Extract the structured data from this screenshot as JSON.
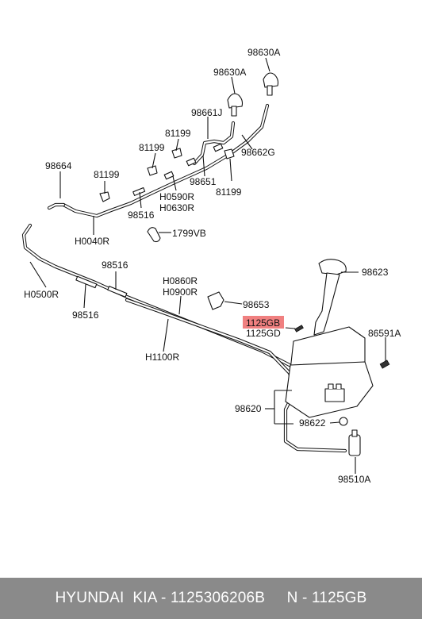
{
  "diagram": {
    "labels": {
      "p98630A_1": "98630A",
      "p98630A_2": "98630A",
      "p98661J": "98661J",
      "p81199_1": "81199",
      "p81199_2": "81199",
      "p81199_3": "81199",
      "p81199_4": "81199",
      "p98662G": "98662G",
      "p98664": "98664",
      "p98651": "98651",
      "pH0590R": "H0590R",
      "pH0630R": "H0630R",
      "p98516_1": "98516",
      "p98516_2": "98516",
      "p98516_3": "98516",
      "pH0040R": "H0040R",
      "p1799VB": "1799VB",
      "pH0500R": "H0500R",
      "pH0860R": "H0860R",
      "pH0900R": "H0900R",
      "p98623": "98623",
      "p98653": "98653",
      "p1125GB": "1125GB",
      "p1125GD": "1125GD",
      "p86591A": "86591A",
      "pH1100R": "H1100R",
      "p98620": "98620",
      "p98622": "98622",
      "p98510A": "98510A"
    },
    "highlight_color": "#f08080"
  },
  "footer": {
    "text": "HYUNDAI  KIA - 1125306206B     N - 1125GB"
  }
}
